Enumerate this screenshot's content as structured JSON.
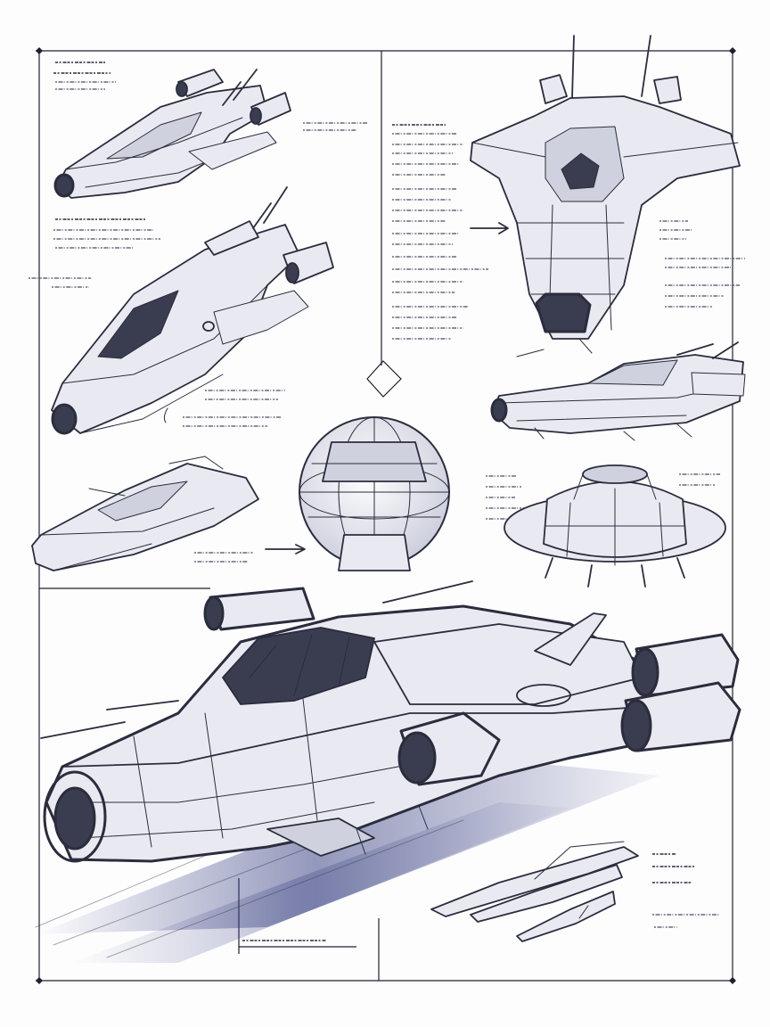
{
  "sheet": {
    "palette": {
      "ink": "#2b2d3d",
      "shadow": "#3d4585",
      "paper": "#fdfdfe"
    },
    "drawings": [
      "ship-sketch-top-left",
      "ship-sketch-mid-left",
      "ship-sketch-small-left",
      "ship-sketch-front-view",
      "ship-sketch-side-right",
      "sphere-pod-sketch",
      "saucer-sketch",
      "main-ship-sketch",
      "missiles-sketch"
    ]
  }
}
